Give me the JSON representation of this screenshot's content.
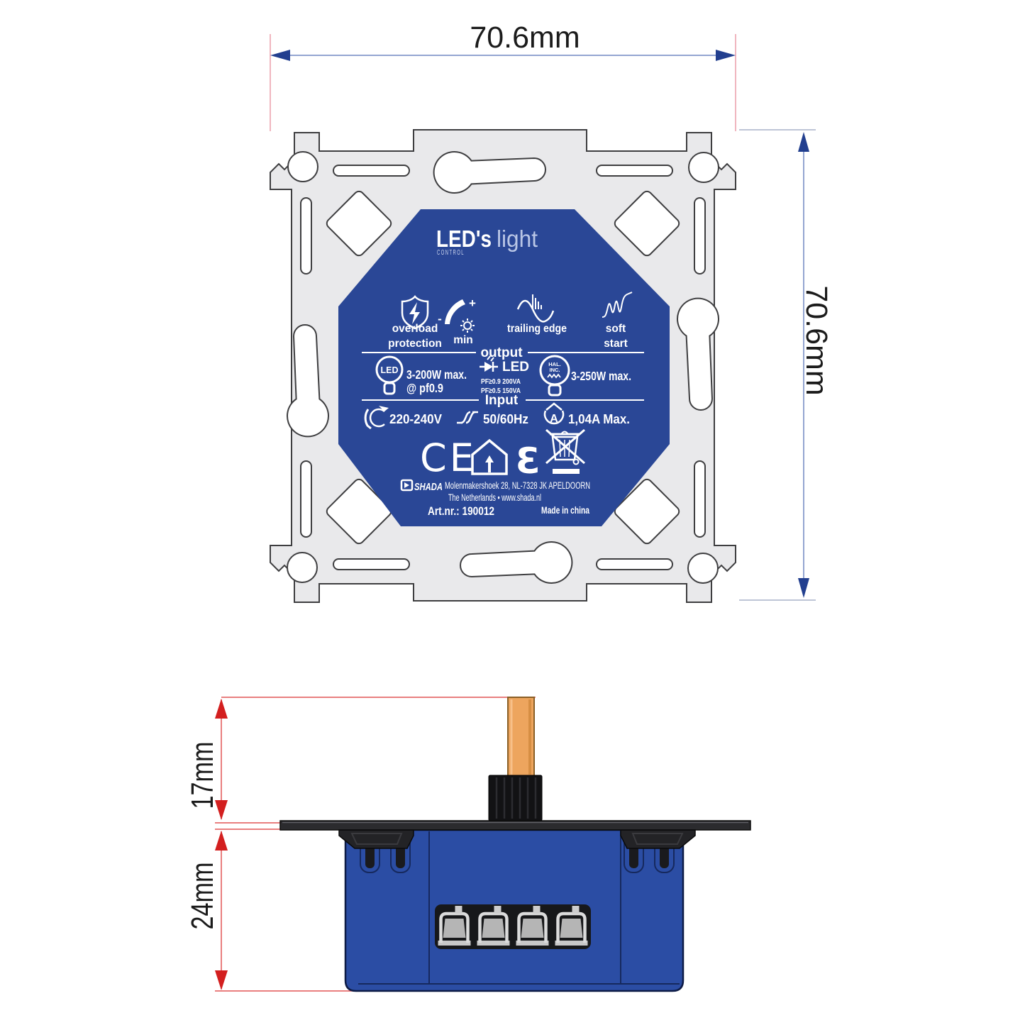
{
  "dimensions": {
    "top_width": "70.6mm",
    "right_height": "70.6mm",
    "shaft_height": "17mm",
    "body_depth": "24mm"
  },
  "brand": {
    "name": "LED's",
    "suffix": "light",
    "sub": "CONTROL"
  },
  "features": {
    "overload_line1": "overload",
    "overload_line2": "protection",
    "min_caption": "min",
    "plus": "+",
    "minus": "-",
    "trailing": "trailing edge",
    "soft_line1": "soft",
    "soft_line2": "start"
  },
  "output": {
    "header": "output",
    "bulb_label": "LED",
    "led_max": "3-200W max.",
    "led_pf": "@ pf0.9",
    "diode_label": "LED",
    "pf1": "PF≥0.9 200VA",
    "pf2": "PF≥0.5 150VA",
    "hal1": "HAL.",
    "hal2": "INC.",
    "hal_max": "3-250W max."
  },
  "input": {
    "header": "Input",
    "voltage": "220-240V",
    "freq": "50/60Hz",
    "current": "1,04A Max."
  },
  "marks": {
    "ce": "CE",
    "enec": "Ɛ"
  },
  "manufacturer": {
    "logo": "SHADA",
    "address": "Molenmakershoek 28, NL-7328 JK APELDOORN",
    "line2": "The Netherlands • www.shada.nl",
    "artnr": "Art.nr.: 190012",
    "made": "Made in china"
  },
  "colors": {
    "octagon_blue": "#2a4796",
    "body_blue": "#2b4da4",
    "plate_gray": "#e9e9eb",
    "shaft_orange": "#eda55e",
    "dim_red": "#d31f1f",
    "dim_red_line": "#e25555",
    "dim_blue": "#223f8f"
  }
}
